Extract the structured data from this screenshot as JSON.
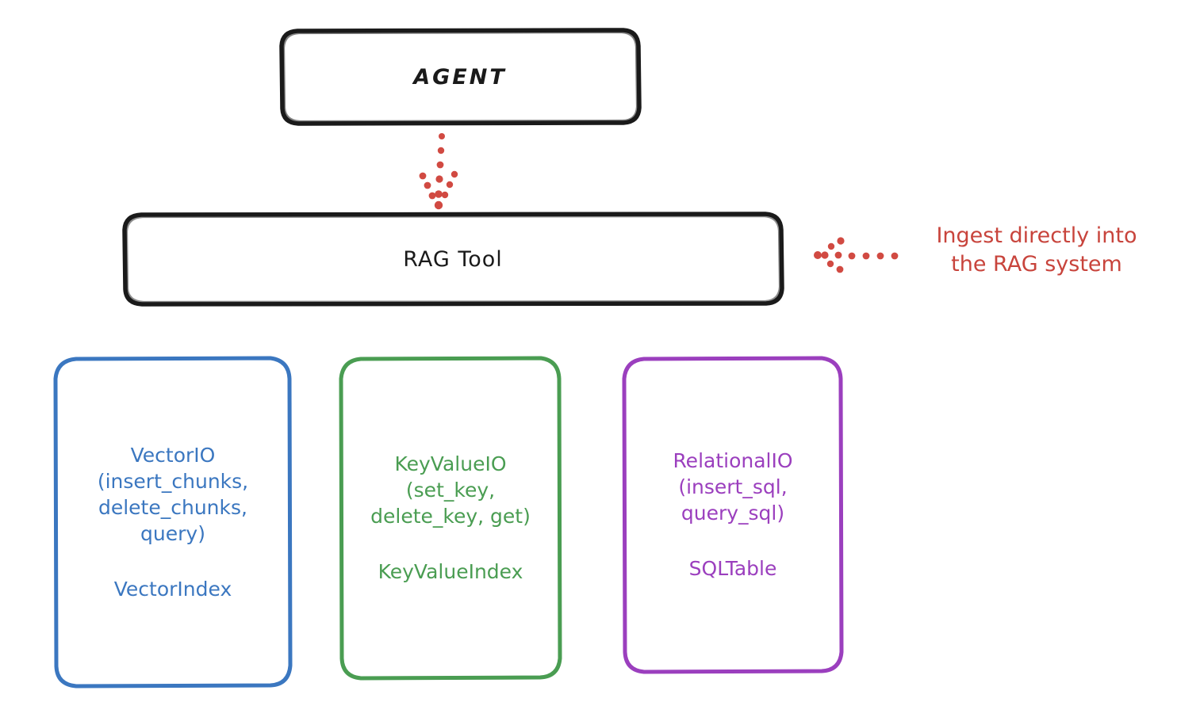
{
  "diagram": {
    "title": "RAG Tool architecture diagram",
    "background_color": "#ffffff",
    "nodes": {
      "agent": {
        "label": "AGENT",
        "stroke_color": "#1a1a1a",
        "text_color": "#1a1a1a"
      },
      "rag_tool": {
        "label": "RAG Tool",
        "stroke_color": "#1a1a1a",
        "text_color": "#1a1a1a"
      },
      "vectorio": {
        "label": "VectorIO\n(insert_chunks,\ndelete_chunks,\nquery)",
        "sublabel": "VectorIndex",
        "stroke_color": "#3b77c0",
        "text_color": "#3b77c0"
      },
      "keyvalueio": {
        "label": "KeyValueIO\n(set_key,\ndelete_key, get)",
        "sublabel": "KeyValueIndex",
        "stroke_color": "#4a9d52",
        "text_color": "#4a9d52"
      },
      "relationalio": {
        "label": "RelationalIO\n(insert_sql,\nquery_sql)",
        "sublabel": "SQLTable",
        "stroke_color": "#9b3fbe",
        "text_color": "#9b3fbe"
      }
    },
    "connectors": {
      "agent_to_rag_tool": {
        "name": "dotted-down-arrow",
        "color": "#d14a42",
        "style": "dotted",
        "direction": "down"
      },
      "ingest_arrow": {
        "name": "dotted-left-arrow",
        "color": "#d14a42",
        "style": "dotted",
        "direction": "left"
      }
    },
    "annotations": {
      "ingest": {
        "text": "Ingest directly into\nthe RAG system",
        "color": "#c8443c"
      }
    }
  }
}
